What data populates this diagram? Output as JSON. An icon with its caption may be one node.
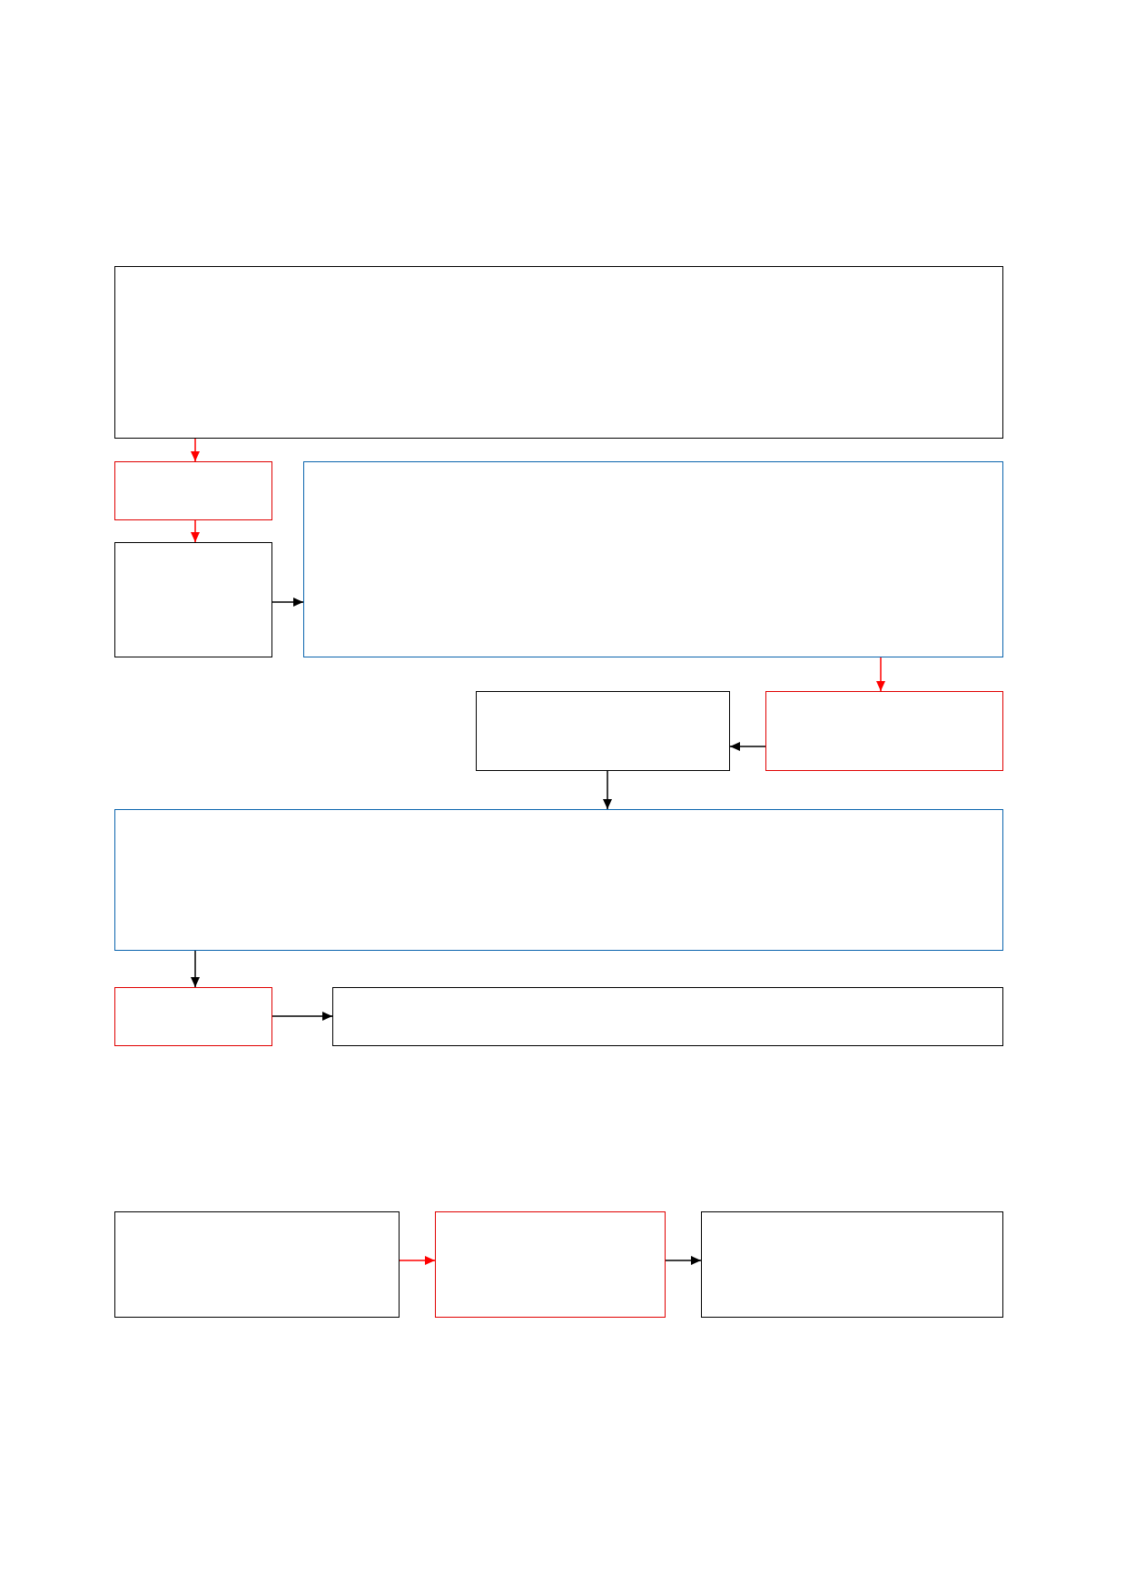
{
  "diagram": {
    "nodes": [
      {
        "text": [],
        "shape": "box"
      },
      {
        "text": [],
        "shape": "box"
      },
      {
        "text": [],
        "shape": "box"
      },
      {
        "text": [],
        "shape": "box"
      },
      {
        "text": [],
        "shape": "box"
      },
      {
        "text": [],
        "shape": "box"
      },
      {
        "text": [],
        "shape": "box"
      },
      {
        "text": [],
        "shape": "box"
      },
      {
        "text": [],
        "shape": "box"
      },
      {
        "text": [],
        "shape": "box"
      },
      {
        "text": [],
        "shape": "box"
      },
      {
        "text": [],
        "shape": "box"
      }
    ],
    "edges": [
      {
        "from": 0,
        "to": 1,
        "arrow": "to",
        "color": "#ff0000"
      },
      {
        "from": 1,
        "to": 3,
        "arrow": "to",
        "color": "#ff0000"
      },
      {
        "from": 3,
        "to": 2,
        "arrow": "to"
      },
      {
        "from": 2,
        "to": 5,
        "arrow": "to",
        "color": "#ff0000"
      },
      {
        "from": 5,
        "to": 4,
        "arrow": "to"
      },
      {
        "from": 4,
        "to": 6,
        "arrow": "to"
      },
      {
        "from": 6,
        "to": 7,
        "arrow": "to"
      },
      {
        "from": 7,
        "to": 8,
        "arrow": "to"
      },
      {
        "from": 9,
        "to": 10,
        "arrow": "to",
        "color": "#ff0000"
      },
      {
        "from": 10,
        "to": 11,
        "arrow": "to"
      }
    ]
  }
}
